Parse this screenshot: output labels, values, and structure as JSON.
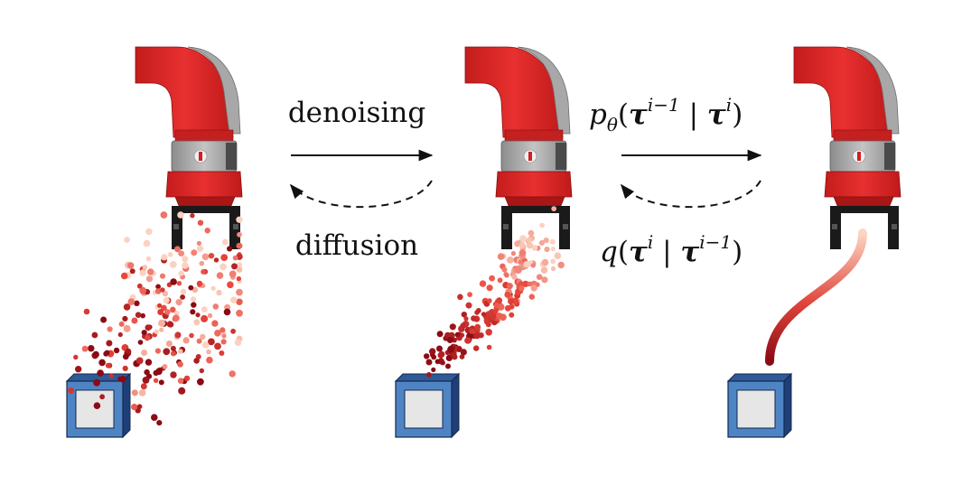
{
  "labels": {
    "forward_arrow_1": "denoising",
    "backward_arrow_1": "diffusion"
  },
  "math": {
    "reverse_process": {
      "fn": "p",
      "sub": "θ",
      "open": "(",
      "tau1": "τ",
      "sup1": "i−1",
      "bar": " | ",
      "tau2": "τ",
      "sup2": "i",
      "close": ")"
    },
    "forward_process": {
      "fn": "q",
      "open": "(",
      "tau1": "τ",
      "sup1": "i",
      "bar": " | ",
      "tau2": "τ",
      "sup2": "i−1",
      "close": ")"
    }
  },
  "colors": {
    "robot_red": "#e02828",
    "robot_red_dark": "#b01818",
    "robot_gray": "#a6a6a6",
    "robot_gray_dark": "#7a7a7a",
    "gripper_black": "#1a1a1a",
    "box_blue": "#3f6fb0",
    "box_blue_dark": "#1f3f78",
    "box_face": "#e6e6e6",
    "point_dark": "#8b0a14",
    "point_light": "#fbd2c0"
  },
  "icons": [
    "robot-arm-icon",
    "gripper-icon",
    "target-box-icon"
  ]
}
